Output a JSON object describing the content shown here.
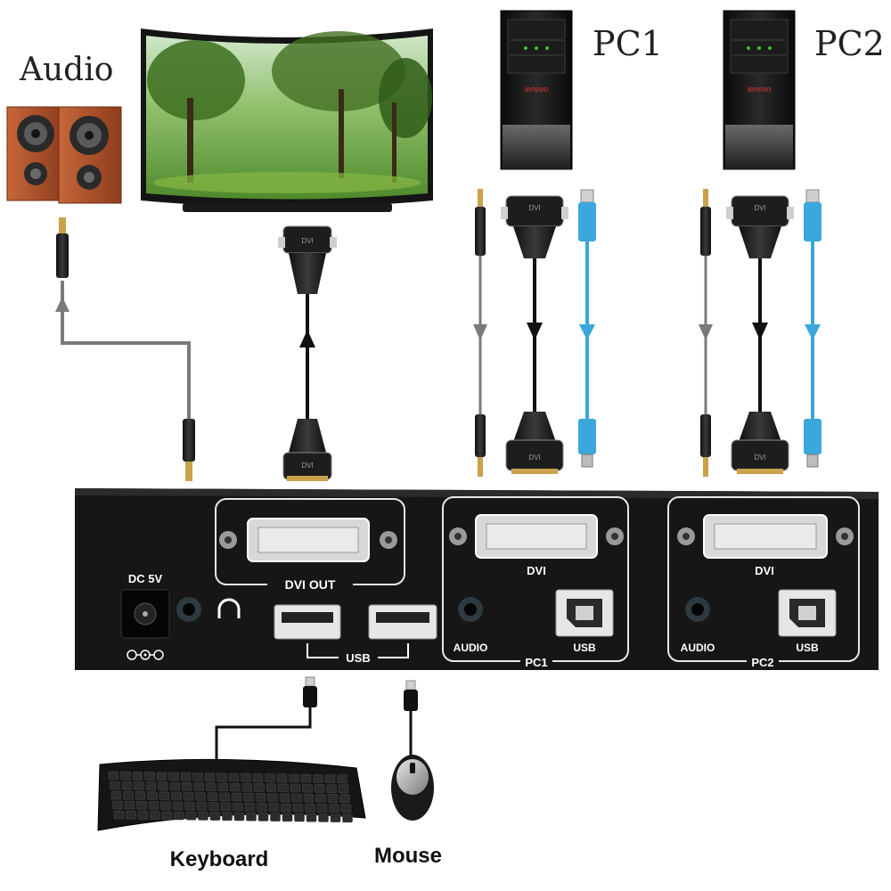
{
  "labels": {
    "audio": "Audio",
    "pc1": "PC1",
    "pc2": "PC2",
    "keyboard": "Keyboard",
    "mouse": "Mouse",
    "tower_brand": "lenovo"
  },
  "kvm_panel": {
    "power_label": "DC 5V",
    "dvi_out": "DVI OUT",
    "usb_group": "USB",
    "pc1_group": "PC1",
    "pc2_group": "PC2",
    "port_dvi": "DVI",
    "port_audio": "AUDIO",
    "port_usb": "USB"
  },
  "plug_marks": {
    "dvi": "DVI"
  },
  "colors": {
    "panel": "#1a1a1a",
    "panel_line": "#e8e8e8",
    "cable_black": "#111111",
    "cable_gray": "#6e6e6e",
    "cable_blue": "#3aa8dc",
    "speaker_wood": "#b5552e",
    "tower": "#121212"
  },
  "icons": {
    "headphone": "headphone-icon",
    "polarity": "polarity-icon"
  }
}
